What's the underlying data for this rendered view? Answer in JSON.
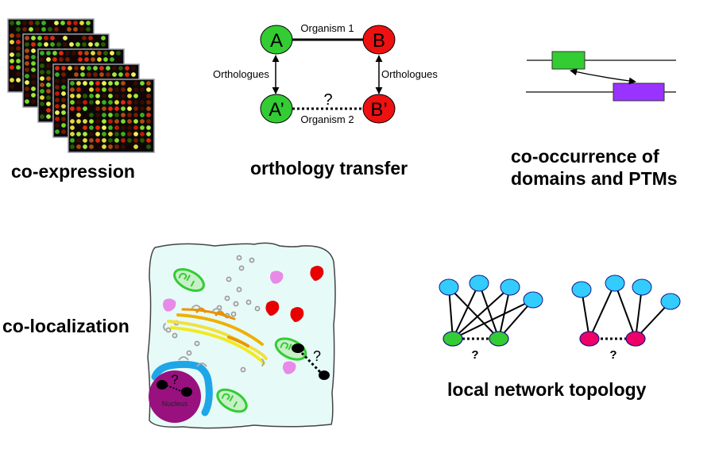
{
  "panels": {
    "coexpression": {
      "title": "co-expression",
      "microarray_count": 5,
      "spot_colors": [
        "#1a0000",
        "#3a0a00",
        "#7a1a00",
        "#c21a00",
        "#e02810",
        "#2a5a00",
        "#3fae1e",
        "#7bd82a",
        "#a7e83a",
        "#e6d83a",
        "#f2f25a",
        "#b04a10"
      ]
    },
    "orthology": {
      "title": "orthology transfer",
      "nodes": [
        {
          "id": "A",
          "label": "A",
          "color": "#33cc33"
        },
        {
          "id": "B",
          "label": "B",
          "color": "#ee1111"
        },
        {
          "id": "A2",
          "label": "A’",
          "color": "#33cc33"
        },
        {
          "id": "B2",
          "label": "B’",
          "color": "#ee1111"
        }
      ],
      "organism1_label": "Organism 1",
      "organism2_label": "Organism 2",
      "orthologues_left_label": "Orthologues",
      "orthologues_right_label": "Orthologues",
      "unknown_label": "?"
    },
    "cooccurrence": {
      "title_line1": "co-occurrence of",
      "title_line2": "domains and PTMs",
      "domain1_color": "#33cc33",
      "domain2_color": "#9933ff"
    },
    "colocalization": {
      "title": "co-localization",
      "nucleus_label": "Nucleus",
      "unknown_label": "?",
      "cell_color": "#e6fbf8",
      "nucleus_color": "#99117f",
      "er_color": "#1fa6e8",
      "mito_outline": "#33cc33",
      "mito_fill": "#c8f0c8",
      "vesicle_red": "#e80000",
      "vesicle_pink": "#e88ae8"
    },
    "network": {
      "title": "local network topology",
      "unknown_label": "?",
      "neighbor_color": "#33ccff",
      "left_pair_color": "#33cc33",
      "right_pair_color": "#ee0066"
    }
  }
}
